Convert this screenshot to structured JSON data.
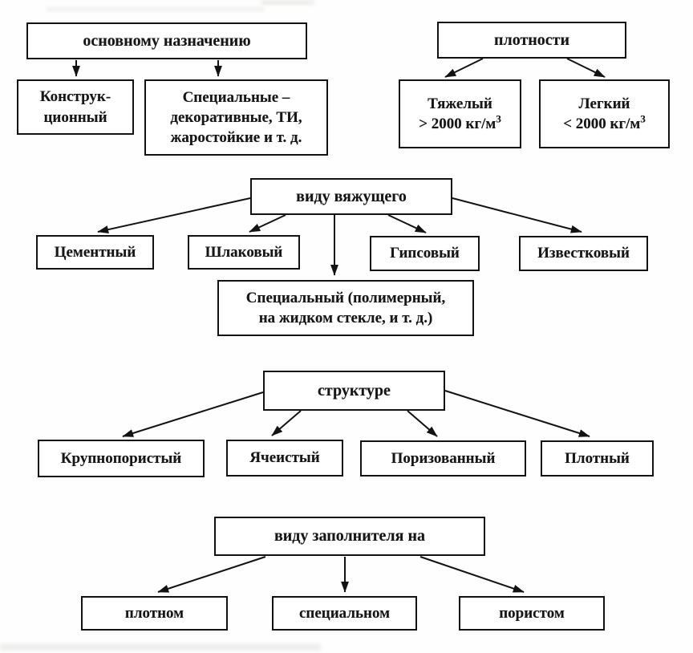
{
  "colors": {
    "box_border": "#121212",
    "text": "#161616",
    "arrow": "#121212",
    "background": "#ffffff"
  },
  "diagram": {
    "purpose": {
      "header": "основному назначению",
      "constructional": {
        "line1": "Конструк-",
        "line2": "ционный"
      },
      "special": {
        "line1": "Специальные –",
        "line2": "декоративные, ТИ,",
        "line3": "жаростойкие и т. д."
      }
    },
    "density": {
      "header": "плотности",
      "heavy": {
        "name": "Тяжелый",
        "value": "> 2000 кг/м",
        "sup": "3"
      },
      "light": {
        "name": "Легкий",
        "value": "< 2000 кг/м",
        "sup": "3"
      }
    },
    "binder": {
      "header": "виду вяжущего",
      "cement": "Цементный",
      "slag": "Шлаковый",
      "gypsum": "Гипсовый",
      "lime": "Известковый",
      "special": {
        "line1": "Специальный (полимерный,",
        "line2": "на жидком стекле, и т. д.)"
      }
    },
    "structure": {
      "header": "структуре",
      "large_porous": "Крупнопористый",
      "cellular": "Ячеистый",
      "porized": "Поризованный",
      "dense": "Плотный"
    },
    "filler": {
      "header": "виду заполнителя на",
      "dense": "плотном",
      "special": "специальном",
      "porous": "пористом"
    }
  }
}
